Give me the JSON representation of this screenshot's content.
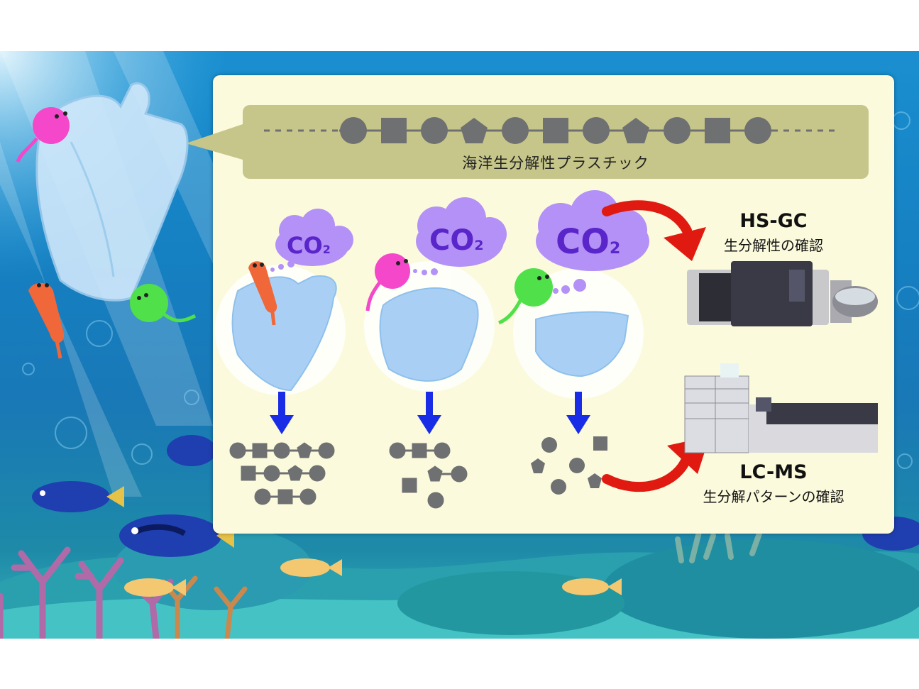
{
  "figure": {
    "polymer_label": "海洋生分解性プラスチック",
    "co2": {
      "main": "CO",
      "sub": "2"
    },
    "instrument_top": {
      "name": "HS-GC",
      "description": "生分解性の確認"
    },
    "instrument_bottom": {
      "name": "LC-MS",
      "description": "生分解パターンの確認"
    }
  },
  "colors": {
    "ocean": "#1580c2",
    "panel": "#fbfadd",
    "chain_bar": "#c6c68a",
    "chain_node": "#6f7071",
    "cloud": "#b391f7",
    "co2_text": "#5a25c9",
    "arrow_blue": "#1a2de6",
    "arrow_red": "#e01a10",
    "microbe_magenta": "#f447c9",
    "microbe_orange": "#f0673a",
    "microbe_green": "#4fe04a"
  },
  "icons": [
    "plastic-bag-icon",
    "microbe-icon",
    "fish-icon",
    "coral-icon",
    "co2-cloud-icon",
    "instrument-icon"
  ]
}
